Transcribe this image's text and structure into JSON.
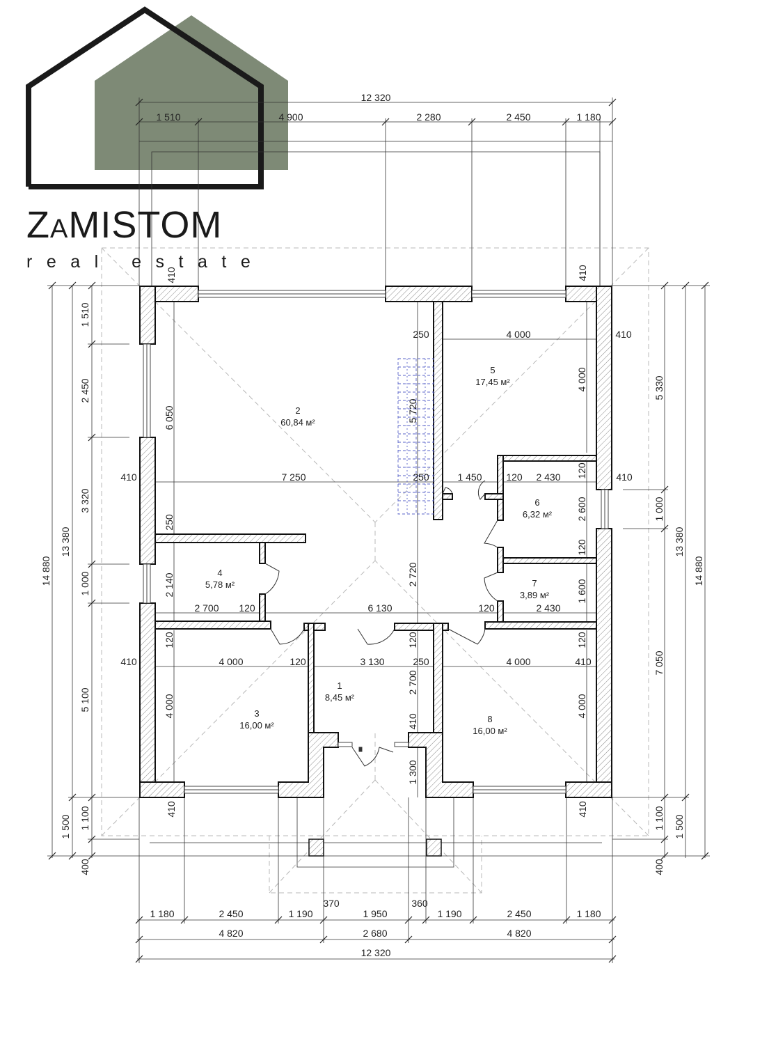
{
  "logo": {
    "name": "ZAMISTOM",
    "name_prefix": "Z",
    "name_small": "A",
    "name_rest": "MISTOM",
    "tagline": "real estate",
    "accent_color": "#7e8a76",
    "outline_color": "#1a1a1a"
  },
  "rooms": [
    {
      "number": "1",
      "area": "8,45 м²"
    },
    {
      "number": "2",
      "area": "60,84 м²"
    },
    {
      "number": "3",
      "area": "16,00 м²"
    },
    {
      "number": "4",
      "area": "5,78 м²"
    },
    {
      "number": "5",
      "area": "17,45 м²"
    },
    {
      "number": "6",
      "area": "6,32 м²"
    },
    {
      "number": "7",
      "area": "3,89 м²"
    },
    {
      "number": "8",
      "area": "16,00 м²"
    }
  ],
  "dimensions": {
    "top_total": "12 320",
    "top_chain": [
      "1 510",
      "4 900",
      "2 280",
      "2 450",
      "1 180"
    ],
    "bottom_chain": [
      "1 180",
      "2 450",
      "1 190",
      "370",
      "1 950",
      "360",
      "1 190",
      "2 450",
      "1 180"
    ],
    "bottom_mid": [
      "4 820",
      "2 680",
      "4 820"
    ],
    "bottom_total": "12 320",
    "left_chain": [
      "1 510",
      "2 450",
      "3 320",
      "1 000",
      "5 100",
      "1 100",
      "1 500",
      "400"
    ],
    "left_overall": [
      "13 380",
      "14 880"
    ],
    "right_chain": [
      "5 330",
      "1 000",
      "7 050",
      "1 100",
      "1 500",
      "400"
    ],
    "right_overall": [
      "13 380",
      "14 880"
    ],
    "wall_top_left": "410",
    "wall_top_right": "410",
    "wall_bottom_left": "410",
    "wall_bottom_right": "410",
    "interior": {
      "r2_height": "6 050",
      "r2_width": "7 250",
      "r2_wall_left": "410",
      "r2_wall_right": "250",
      "r2_lower": "250",
      "stair_length": "5 720",
      "r5_wall": "250",
      "r5_width": "4 000",
      "r5_wall_right": "410",
      "r5_height": "4 000",
      "hall_width": "1 450",
      "r6_wall": "120",
      "r6_width": "2 430",
      "r6_top": "120",
      "r6_wall_right": "410",
      "r6_height": "2 600",
      "r6_bottom": "120",
      "r4_height": "2 140",
      "r4_width": "2 700",
      "r4_wall": "120",
      "corridor_width": "6 130",
      "corridor_height": "2 720",
      "r7_wall": "120",
      "r7_width": "2 430",
      "r7_height": "1 600",
      "r3_top": "120",
      "r3_wall": "410",
      "r3_width": "4 000",
      "r3_wall_right": "120",
      "r3_height": "4 000",
      "r1_width": "3 130",
      "r1_wall": "250",
      "r1_top": "120",
      "r1_height": "2 700",
      "r1_bottom": "410",
      "r8_top": "120",
      "r8_width": "4 000",
      "r8_wall_right": "410",
      "r8_height": "4 000",
      "porch_depth": "1 300"
    }
  }
}
